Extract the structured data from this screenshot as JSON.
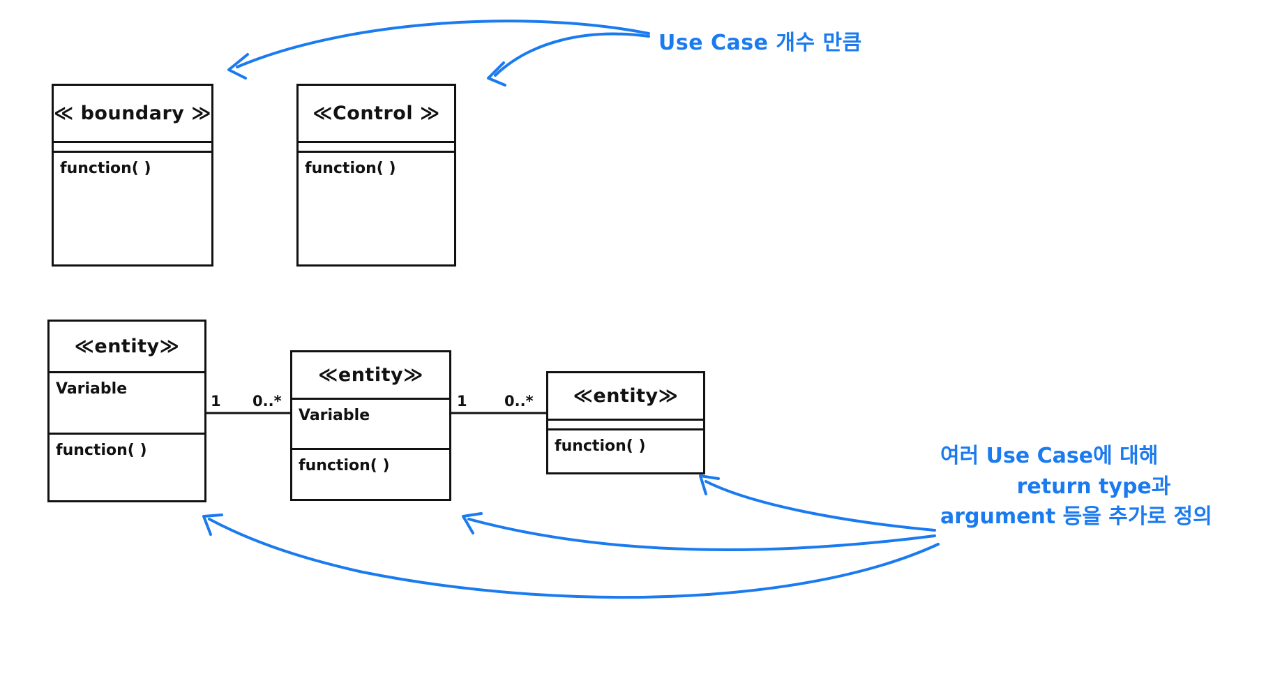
{
  "diagram": {
    "type": "uml-class-diagram",
    "accent_color": "#1a7aef",
    "line_color": "#111111",
    "background": "#ffffff"
  },
  "classes": [
    {
      "id": "boundary",
      "stereotype": "≪ boundary ≫",
      "attributes": [],
      "operations": [
        "function( )"
      ]
    },
    {
      "id": "control",
      "stereotype": "≪Control ≫",
      "attributes": [],
      "operations": [
        "function( )"
      ]
    },
    {
      "id": "entity-left",
      "stereotype": "≪entity≫",
      "attributes": [
        "Variable"
      ],
      "operations": [
        "function( )"
      ]
    },
    {
      "id": "entity-middle",
      "stereotype": "≪entity≫",
      "attributes": [
        "Variable"
      ],
      "operations": [
        "function( )"
      ]
    },
    {
      "id": "entity-right",
      "stereotype": "≪entity≫",
      "attributes": [],
      "operations": [
        "function( )"
      ]
    }
  ],
  "associations": [
    {
      "id": "assoc-left-middle",
      "source_multiplicity": "1",
      "target_multiplicity": "0..*"
    },
    {
      "id": "assoc-middle-right",
      "source_multiplicity": "1",
      "target_multiplicity": "0..*"
    }
  ],
  "annotations": {
    "top": {
      "text": "Use Case 개수 만큼"
    },
    "bottom": {
      "line1": "여러 Use Case에 대해",
      "line2": "return type과",
      "line3": "argument 등을 추가로 정의"
    }
  }
}
